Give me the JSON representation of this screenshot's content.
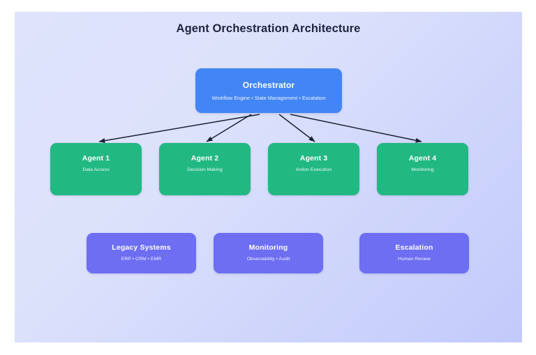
{
  "diagram": {
    "title": "Agent Orchestration Architecture",
    "colors": {
      "orchestrator": "#4285f4",
      "agent": "#22b882",
      "system": "#6d6ef2",
      "background_start": "#dfe3fc",
      "background_end": "#c2cafb",
      "connector": "#1b2233",
      "title_text": "#1f2340"
    },
    "orchestrator": {
      "title": "Orchestrator",
      "subtitle": "Workflow Engine • State Management • Escalation"
    },
    "agents": [
      {
        "title": "Agent 1",
        "subtitle": "Data Access"
      },
      {
        "title": "Agent 2",
        "subtitle": "Decision Making"
      },
      {
        "title": "Agent 3",
        "subtitle": "Action Execution"
      },
      {
        "title": "Agent 4",
        "subtitle": "Monitoring"
      }
    ],
    "systems": [
      {
        "title": "Legacy Systems",
        "subtitle": "ERP • CRM • EMR"
      },
      {
        "title": "Monitoring",
        "subtitle": "Observability • Audit"
      },
      {
        "title": "Escalation",
        "subtitle": "Human Review"
      }
    ],
    "connections": [
      {
        "from": "Orchestrator",
        "to": "Agent 1"
      },
      {
        "from": "Orchestrator",
        "to": "Agent 2"
      },
      {
        "from": "Orchestrator",
        "to": "Agent 3"
      },
      {
        "from": "Orchestrator",
        "to": "Agent 4"
      }
    ]
  }
}
